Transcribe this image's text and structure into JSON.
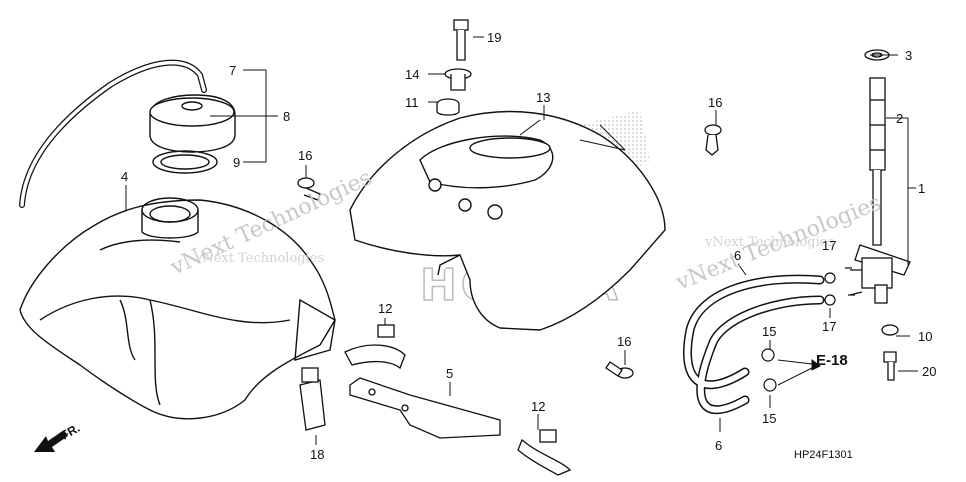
{
  "diagram": {
    "callouts": {
      "c1": "1",
      "c2": "2",
      "c3": "3",
      "c4": "4",
      "c5": "5",
      "c6a": "6",
      "c6b": "6",
      "c7": "7",
      "c8": "8",
      "c9": "9",
      "c10": "10",
      "c11": "11",
      "c12a": "12",
      "c12b": "12",
      "c13": "13",
      "c14": "14",
      "c15a": "15",
      "c15b": "15",
      "c16a": "16",
      "c16b": "16",
      "c16c": "16",
      "c17a": "17",
      "c17b": "17",
      "c18": "18",
      "c19": "19",
      "c20": "20"
    },
    "reference": "E-18",
    "direction": "FR.",
    "code": "HP24F1301",
    "watermark_a": "vNext Technologies",
    "watermark_b": "vNext Technologies",
    "brand_mark": "HONDA"
  }
}
